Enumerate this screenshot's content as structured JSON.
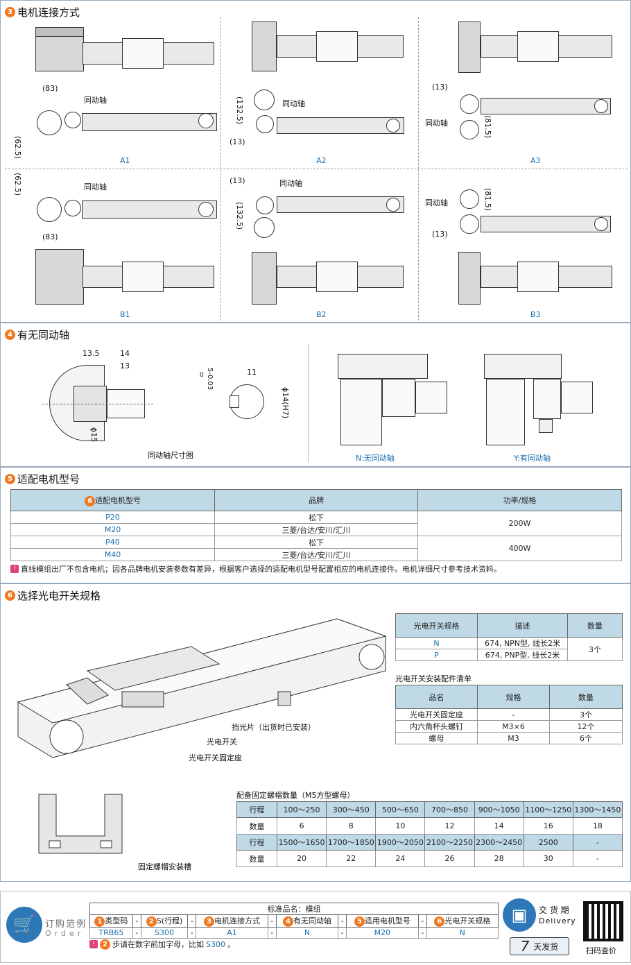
{
  "sec3": {
    "num": "3",
    "title": "电机连接方式",
    "shaft_label": "同动轴",
    "dims": {
      "d83": "(83)",
      "d62": "(62.5)",
      "d132": "(132.5)",
      "d13": "(13)",
      "d81": "(81.5)"
    },
    "captions": [
      "A1",
      "A2",
      "A3",
      "B1",
      "B2",
      "B3"
    ]
  },
  "sec4": {
    "num": "4",
    "title": "有无同动轴",
    "dims": {
      "d135": "13.5",
      "d14": "14",
      "d13": "13",
      "d15": "ϕ15",
      "d11": "11",
      "tol": "5-0.03",
      "tol0": "0",
      "d14h7": "ϕ14(H7)"
    },
    "shaft_caption": "同动轴尺寸图",
    "n_caption": "N:无同动轴",
    "y_caption": "Y:有同动轴"
  },
  "sec5": {
    "num": "5",
    "title": "适配电机型号",
    "head_num": "6",
    "headers": [
      "适配电机型号",
      "品牌",
      "功率/规格"
    ],
    "rows": [
      {
        "model": "P20",
        "brand": "松下"
      },
      {
        "model": "M20",
        "brand": "三菱/台达/安川/汇川"
      },
      {
        "model": "P40",
        "brand": "松下"
      },
      {
        "model": "M40",
        "brand": "三菱/台达/安川/汇川"
      }
    ],
    "power": [
      "200W",
      "400W"
    ],
    "note": "直线模组出厂不包含电机；因各品牌电机安装参数有差异，根据客户选择的适配电机型号配置相应的电机连接件。电机详细尺寸参考技术资料。"
  },
  "sec6": {
    "num": "6",
    "title": "选择光电开关规格",
    "labels": {
      "shield": "挡光片（出货时已安装）",
      "switch": "光电开关",
      "seat": "光电开关固定座",
      "slot": "固定螺帽安装槽"
    },
    "spec_table": {
      "headers": [
        "光电开关规格",
        "描述",
        "数量"
      ],
      "rows": [
        {
          "code": "N",
          "desc": "674, NPN型, 线长2米"
        },
        {
          "code": "P",
          "desc": "674, PNP型, 线长2米"
        }
      ],
      "qty": "3个"
    },
    "acc_title": "光电开关安装配件清单",
    "acc_table": {
      "headers": [
        "品名",
        "规格",
        "数量"
      ],
      "rows": [
        {
          "name": "光电开关固定座",
          "spec": "-",
          "qty": "3个"
        },
        {
          "name": "内六角杯头螺钉",
          "spec": "M3×6",
          "qty": "12个"
        },
        {
          "name": "螺母",
          "spec": "M3",
          "qty": "6个"
        }
      ]
    },
    "nut_title": "配备固定螺帽数量（M5方型螺母）",
    "nut_rows": [
      {
        "label": "行程",
        "cells": [
          "100～250",
          "300～450",
          "500～650",
          "700～850",
          "900～1050",
          "1100～1250",
          "1300～1450"
        ]
      },
      {
        "label": "数量",
        "cells": [
          "6",
          "8",
          "10",
          "12",
          "14",
          "16",
          "18"
        ]
      },
      {
        "label": "行程",
        "cells": [
          "1500～1650",
          "1700～1850",
          "1900～2050",
          "2100～2250",
          "2300～2450",
          "2500",
          "-"
        ]
      },
      {
        "label": "数量",
        "cells": [
          "20",
          "22",
          "24",
          "26",
          "28",
          "30",
          "-"
        ]
      }
    ]
  },
  "order": {
    "title": "订购范例",
    "sub": "Order",
    "std_name": "标准品名：模组",
    "fields": [
      {
        "num": "1",
        "label": "类型码",
        "value": "TRB65"
      },
      {
        "num": "2",
        "label": "S(行程)",
        "value": "S300"
      },
      {
        "num": "3",
        "label": "电机连接方式",
        "value": "A1"
      },
      {
        "num": "4",
        "label": "有无同动轴",
        "value": "N"
      },
      {
        "num": "5",
        "label": "适用电机型号",
        "value": "M20"
      },
      {
        "num": "6",
        "label": "光电开关规格",
        "value": "N"
      }
    ],
    "sep": "-",
    "note_num": "2",
    "note_text": "步请在数字前加字母，比如",
    "note_example": "S300",
    "note_end": "。",
    "delivery_cn": "交 货 期",
    "delivery_en": "Delivery",
    "days": "7",
    "days_text": "天发货",
    "qr_caption": "扫码查价"
  }
}
